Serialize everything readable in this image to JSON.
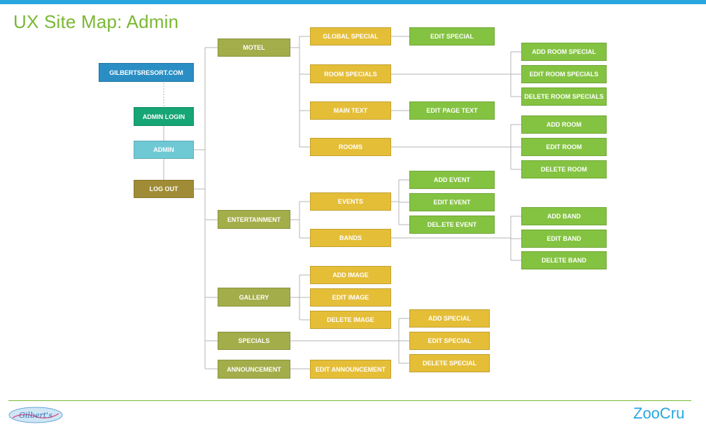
{
  "title": "UX Site Map: Admin",
  "brand": "ZooCru",
  "logo_text": "Gilbert's",
  "colors": {
    "top_bar": "#27a6e0",
    "title": "#7ab832",
    "site": "#2a8ec4",
    "login": "#16a574",
    "admin": "#6fc9d4",
    "logout": "#a08c36",
    "section": "#a3ad4a",
    "page": "#e5be38",
    "action": "#84c341"
  },
  "nodes": {
    "site": "GILBERTSRESORT.COM",
    "admin_login": "ADMIN LOGIN",
    "admin": "ADMIN",
    "log_out": "LOG OUT",
    "motel": "MOTEL",
    "entertainment": "ENTERTAINMENT",
    "gallery": "GALLERY",
    "specials": "SPECIALS",
    "announcement": "ANNOUNCEMENT",
    "global_special": "GLOBAL SPECIAL",
    "room_specials": "ROOM SPECIALS",
    "main_text": "MAIN TEXT",
    "rooms": "ROOMS",
    "events": "EVENTS",
    "bands": "BANDS",
    "add_image": "ADD IMAGE",
    "edit_image": "EDIT IMAGE",
    "delete_image": "DELETE IMAGE",
    "edit_announcement": "EDIT ANNOUNCEMENT",
    "edit_special_global": "EDIT SPECIAL",
    "add_room_special": "ADD ROOM SPECIAL",
    "edit_room_specials": "EDIT ROOM SPECIALS",
    "delete_room_specials": "DELETE ROOM SPECIALS",
    "edit_page_text": "EDIT PAGE TEXT",
    "add_room": "ADD ROOM",
    "edit_room": "EDIT ROOM",
    "delete_room": "DELETE ROOM",
    "add_event": "ADD EVENT",
    "edit_event": "EDIT EVENT",
    "delete_event": "DEL.ETE EVENT",
    "add_band": "ADD BAND",
    "edit_band": "EDIT BAND",
    "delete_band": "DELETE BAND",
    "add_special": "ADD SPECIAL",
    "edit_special": "EDIT SPECIAL",
    "delete_special": "DELETE SPECIAL"
  }
}
